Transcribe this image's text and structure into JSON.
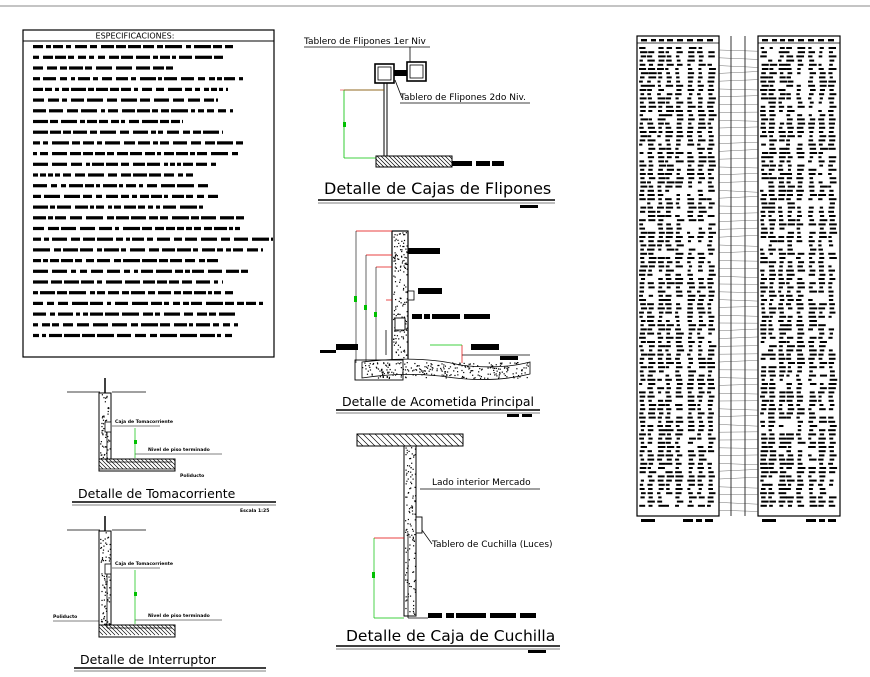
{
  "specs": {
    "title": "ESPECIFICACIONES:"
  },
  "details": {
    "flipones": {
      "title": "Detalle de Cajas de Flipones",
      "label_top": "Tablero de Flipones 1er Niv",
      "label_second": "Tablero de Flipones 2do Niv."
    },
    "acometida": {
      "title": "Detalle de Acometida Principal"
    },
    "cuchilla": {
      "title": "Detalle de Caja de Cuchilla",
      "label_interior": "Lado interior Mercado",
      "label_tablero": "Tablero de Cuchilla (Luces)"
    },
    "tomacorriente": {
      "title": "Detalle de Tomacorriente",
      "scale": "Escala 1:25",
      "label_caja": "Caja de Tomacorriente",
      "label_nivel": "Nivel de piso terminado",
      "label_poliducto": "Poliducto"
    },
    "interruptor": {
      "title": "Detalle de Interruptor",
      "label_caja": "Caja de Tomacorriente",
      "label_nivel": "Nivel de piso terminado",
      "label_poliducto": "Poliducto"
    }
  },
  "colors": {
    "line": "#000000",
    "accent_green": "#00c000",
    "accent_red": "#e00000",
    "background": "#ffffff"
  }
}
